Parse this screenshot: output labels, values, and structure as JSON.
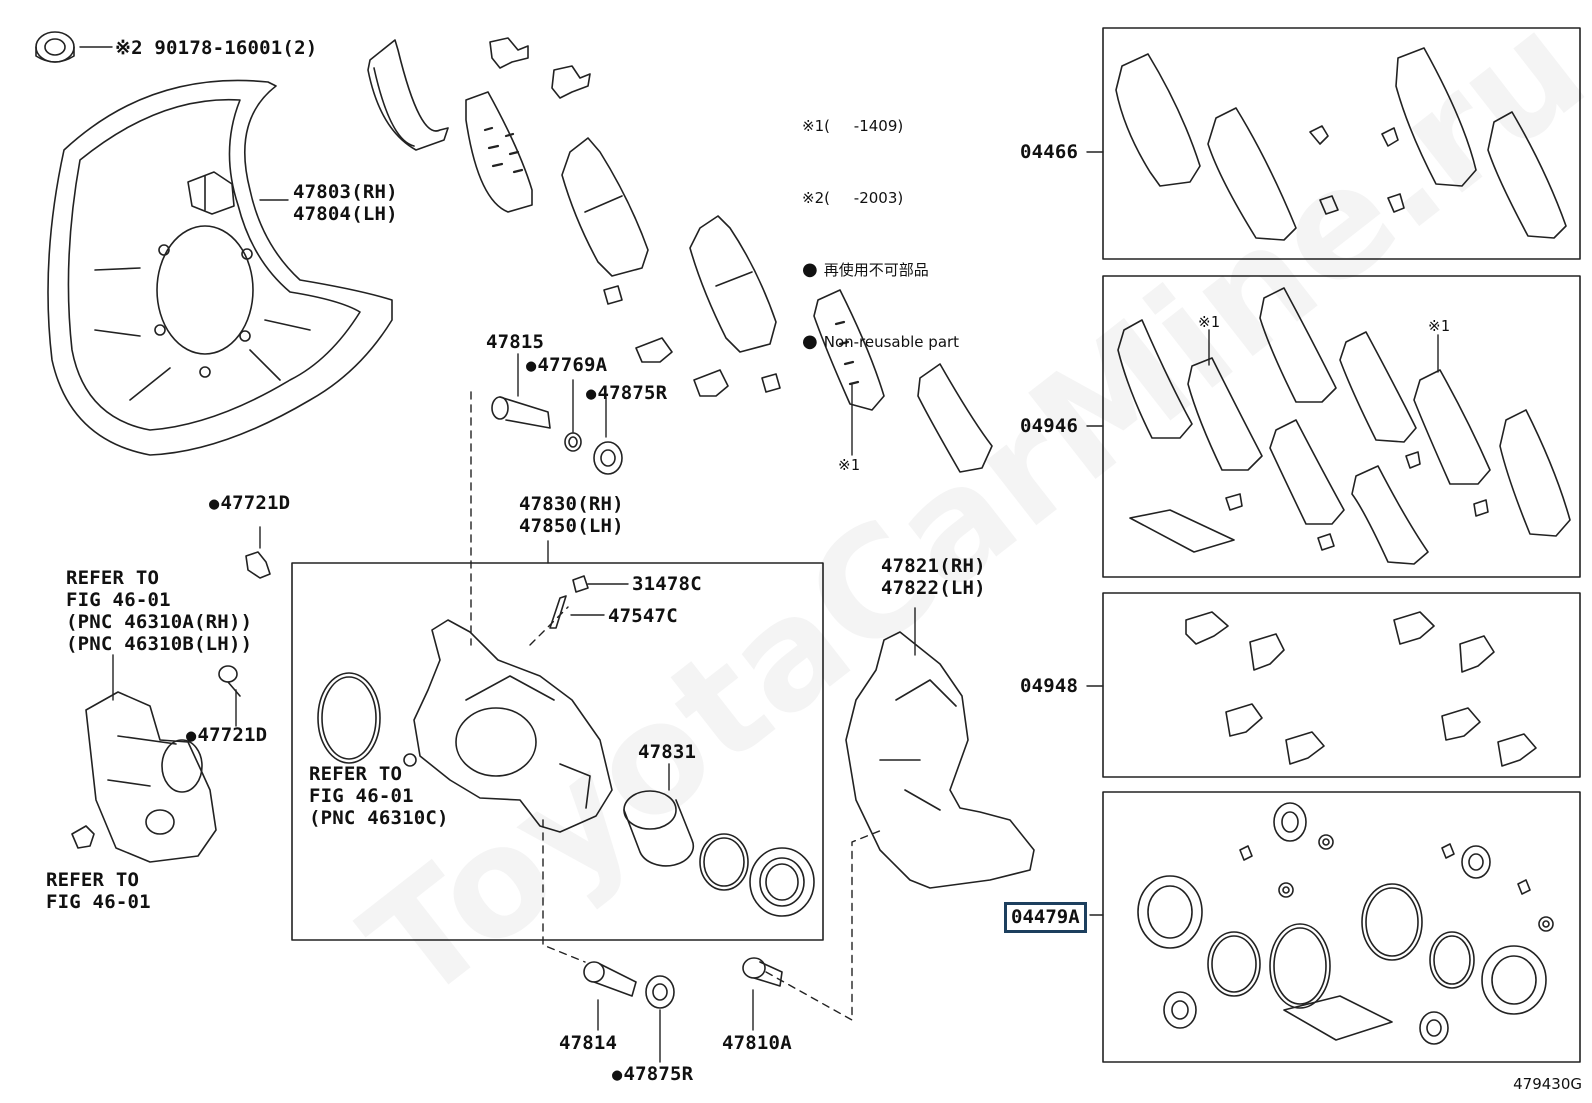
{
  "watermark": "ToyotaCarMine.ru",
  "figure_id": "479430G",
  "legend": {
    "note1": "※1(     -1409)",
    "note2": "※2(     -2003)",
    "nonreusable_jp": "再使用不可部品",
    "nonreusable_en": "Non-reusable part"
  },
  "labels": {
    "nut": "※2 90178-16001(2)",
    "shield_rh": "47803(RH)",
    "shield_lh": "47804(LH)",
    "p47815": "47815",
    "p47769A": "47769A",
    "p47875R_top": "47875R",
    "p47721D_top": "47721D",
    "p47721D_mid": "47721D",
    "refer1_l1": "REFER TO",
    "refer1_l2": "FIG 46-01",
    "refer1_l3": "(PNC 46310A(RH))",
    "refer1_l4": "(PNC 46310B(LH))",
    "refer2_l1": "REFER TO",
    "refer2_l2": "FIG 46-01",
    "caliper_rh": "47830(RH)",
    "caliper_lh": "47850(LH)",
    "p31478C": "31478C",
    "p47547C": "47547C",
    "refer3_l1": "REFER TO",
    "refer3_l2": "FIG 46-01",
    "refer3_l3": "(PNC 46310C)",
    "p47831": "47831",
    "mount_rh": "47821(RH)",
    "mount_lh": "47822(LH)",
    "p47814": "47814",
    "p47875R_bot": "47875R",
    "p47810A": "47810A",
    "pad_note1": "※1",
    "kit1": "04466",
    "kit2": "04946",
    "kit3": "04948",
    "kit4": "04479A",
    "kit2_note_a": "※1",
    "kit2_note_b": "※1"
  }
}
